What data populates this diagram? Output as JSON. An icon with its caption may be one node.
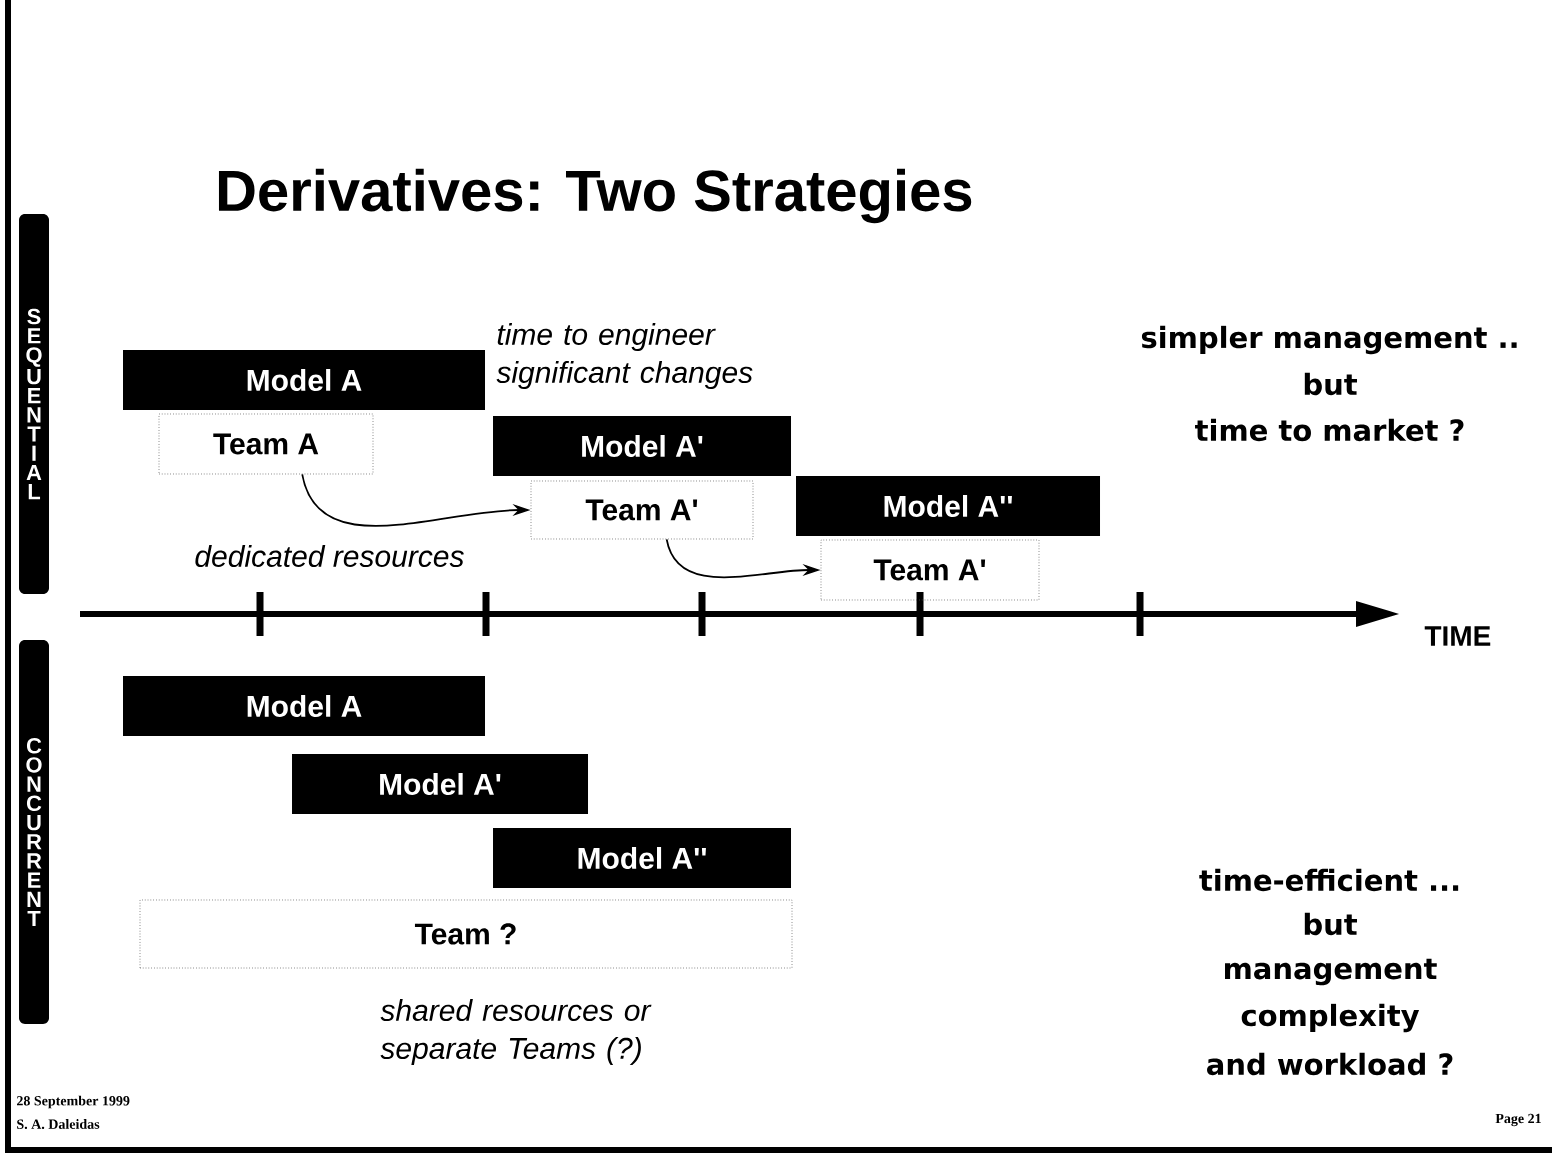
{
  "diagram": {
    "title": "Derivatives: Two Strategies",
    "nodes": [
      {
        "text": [
          "Model A"
        ]
      },
      {
        "text": [
          "Team A"
        ]
      },
      {
        "text": [
          "Model A'"
        ]
      },
      {
        "text": [
          "Team A'"
        ]
      },
      {
        "text": [
          "Model A''"
        ]
      },
      {
        "text": [
          "Team A'"
        ]
      },
      {
        "text": [
          "Model A"
        ]
      },
      {
        "text": [
          "Model A'"
        ]
      },
      {
        "text": [
          "Model A''"
        ]
      },
      {
        "text": [
          "Team ?"
        ]
      }
    ],
    "edges": [
      {
        "from": 1,
        "to": 3,
        "arrow": "to"
      },
      {
        "from": 3,
        "to": 5,
        "arrow": "to"
      }
    ],
    "labels": [
      "SEQUENTIAL",
      "time to engineer significant changes",
      "simpler management ..",
      "but",
      "time to market ?",
      "dedicated resources",
      "TIME",
      "CONCURRENT",
      "shared resources or separate Teams (?)",
      "time-efficient ...",
      "but",
      "management",
      "complexity",
      "and workload ?",
      "28 September 1999",
      "S. A. Daleidas",
      "Page 21"
    ]
  }
}
